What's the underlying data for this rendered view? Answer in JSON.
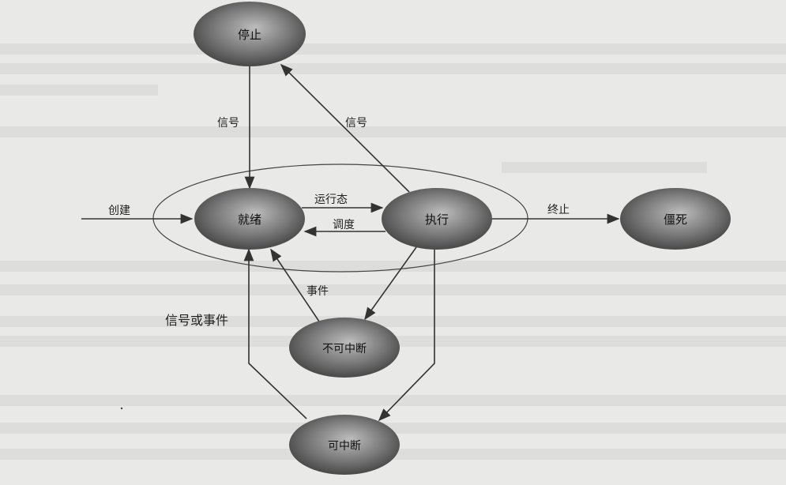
{
  "diagram": {
    "states": {
      "stopped": "停止",
      "ready": "就绪",
      "running": "执行",
      "zombie": "僵死",
      "uninterruptible": "不可中断",
      "interruptible": "可中断"
    },
    "transitions": {
      "create": "创建",
      "run_state": "运行态",
      "schedule": "调度",
      "terminate": "终止",
      "signal_left": "信号",
      "signal_right": "信号",
      "event": "事件",
      "signal_or_event": "信号或事件"
    },
    "colors": {
      "background": "#e9e9e7",
      "node_dark": "#4a4a4a",
      "node_light": "#b8b8b8",
      "line": "#333333"
    }
  }
}
